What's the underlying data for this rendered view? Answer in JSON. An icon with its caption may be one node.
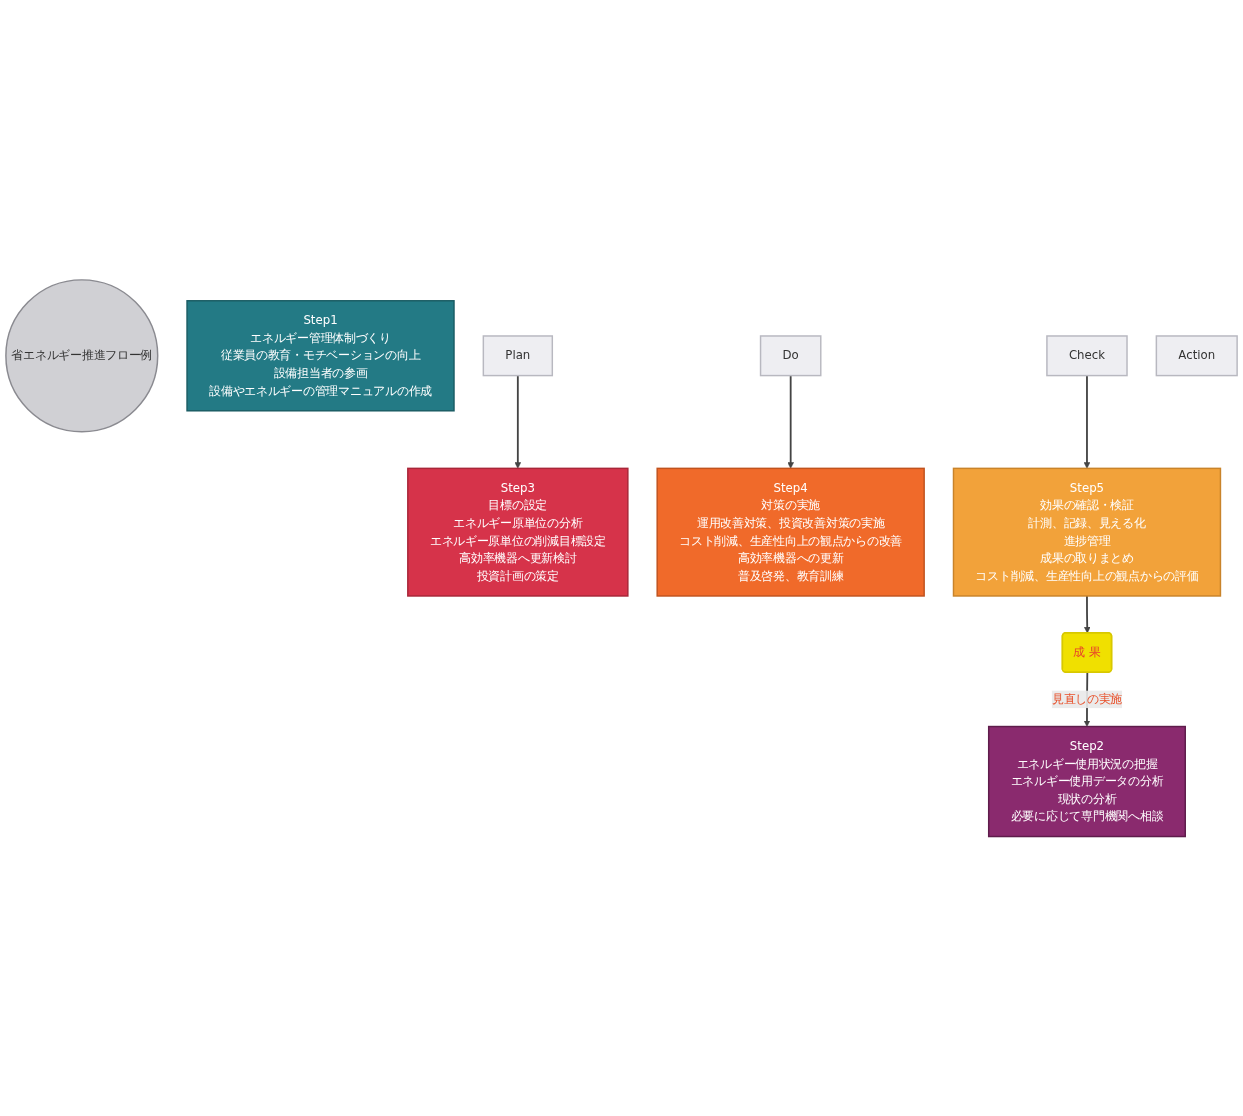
{
  "diagram": {
    "nodes": [
      {
        "text": [
          "省エネルギー推進フロー例"
        ]
      },
      {
        "text": [
          "Step1",
          "エネルギー管理体制づくり",
          "従業員の教育・モチベーションの向上",
          "設備担当者の参画",
          "設備やエネルギーの管理マニュアルの作成"
        ]
      },
      {
        "text": [
          "Step2",
          "エネルギー使用状況の把握",
          "エネルギー使用データの分析",
          "現状の分析",
          "必要に応じて専門機関へ相談"
        ]
      },
      {
        "text": [
          "Step3",
          "目標の設定",
          "エネルギー原単位の分析",
          "エネルギー原単位の削減目標設定",
          "高効率機器へ更新検討",
          "投資計画の策定"
        ]
      },
      {
        "text": [
          "Step4",
          "対策の実施",
          "運用改善対策、投資改善対策の実施",
          "コスト削減、生産性向上の観点からの改善",
          "高効率機器への更新",
          "普及啓発、教育訓練"
        ]
      },
      {
        "text": [
          "Step5",
          "効果の確認・検証",
          "計測、記録、見える化",
          "進捗管理",
          "成果の取りまとめ",
          "コスト削減、生産性向上の観点からの評価"
        ]
      },
      {
        "text": [
          "成 果"
        ]
      },
      {
        "text": [
          "Plan"
        ]
      },
      {
        "text": [
          "Do"
        ]
      },
      {
        "text": [
          "Check"
        ]
      },
      {
        "text": [
          "Action"
        ]
      }
    ],
    "edges": [
      {
        "from": 5,
        "to": 6,
        "arrow": "to"
      },
      {
        "from": 6,
        "to": 2,
        "arrow": "to",
        "label": "見直しの実施"
      },
      {
        "from": 7,
        "to": 3,
        "arrow": "to"
      },
      {
        "from": 8,
        "to": 4,
        "arrow": "to"
      },
      {
        "from": 9,
        "to": 5,
        "arrow": "to"
      }
    ]
  }
}
